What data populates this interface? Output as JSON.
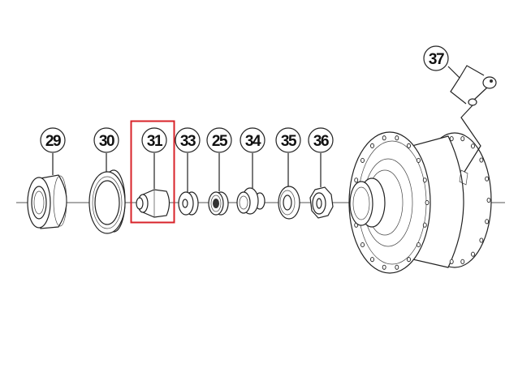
{
  "diagram": {
    "type": "exploded parts diagram",
    "highlight_color": "#d8232a",
    "highlighted_part": "31",
    "callouts": [
      {
        "id": "29",
        "label": "29"
      },
      {
        "id": "30",
        "label": "30"
      },
      {
        "id": "31",
        "label": "31"
      },
      {
        "id": "33",
        "label": "33"
      },
      {
        "id": "25",
        "label": "25"
      },
      {
        "id": "34",
        "label": "34"
      },
      {
        "id": "35",
        "label": "35"
      },
      {
        "id": "36",
        "label": "36"
      },
      {
        "id": "37",
        "label": "37"
      }
    ]
  }
}
